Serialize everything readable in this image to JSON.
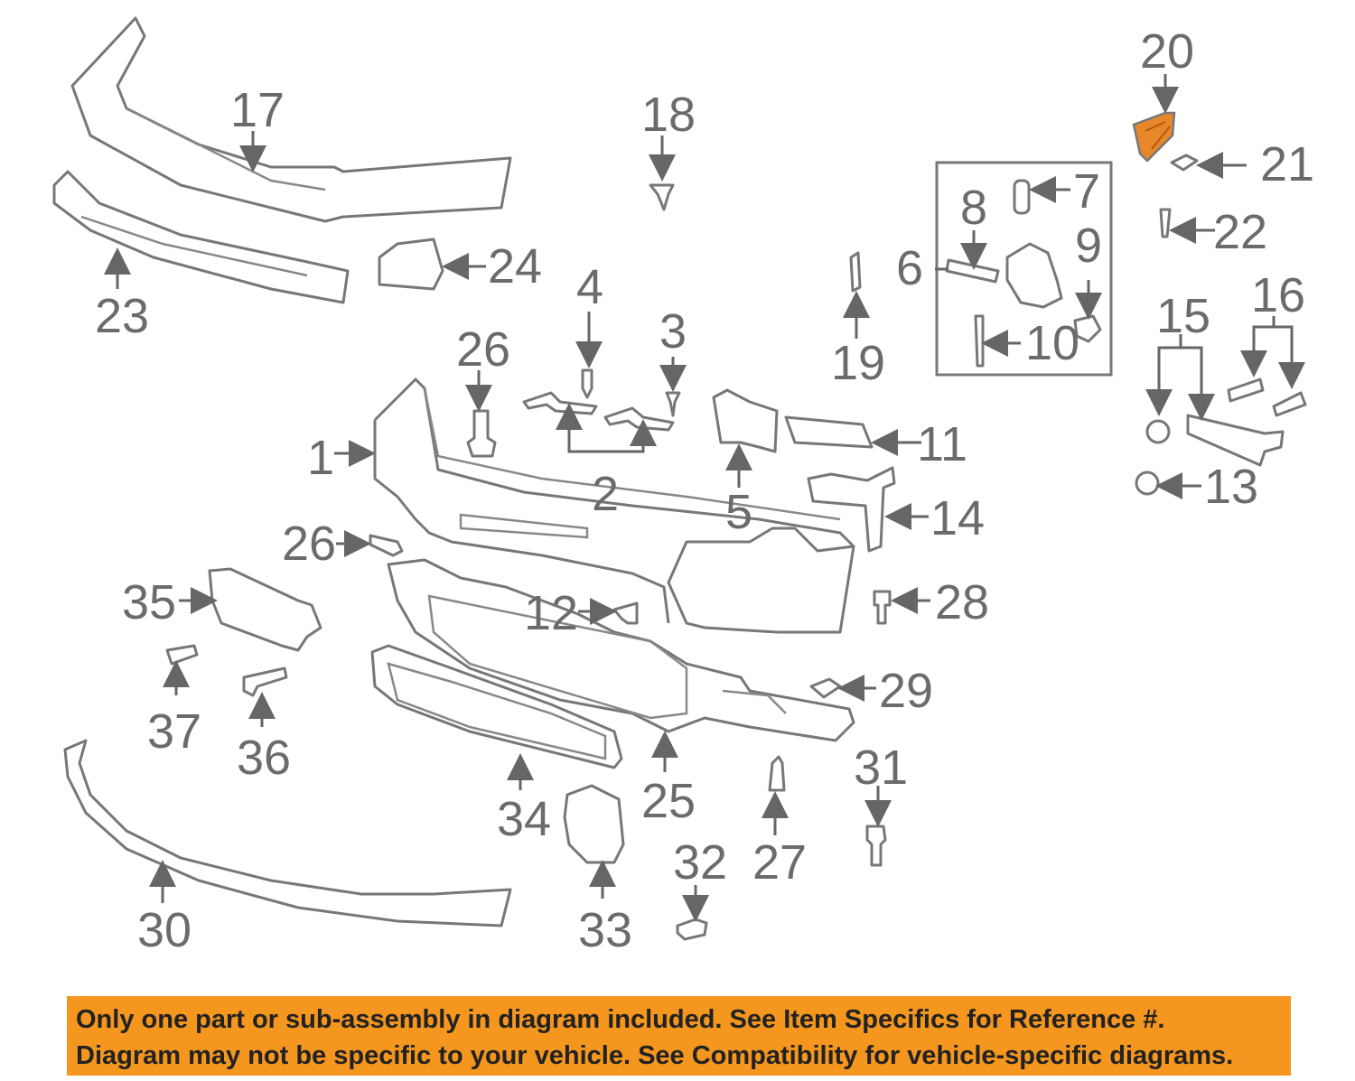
{
  "callouts": [
    "1",
    "2",
    "3",
    "4",
    "5",
    "6",
    "7",
    "8",
    "9",
    "10",
    "11",
    "12",
    "13",
    "14",
    "15",
    "16",
    "17",
    "18",
    "19",
    "20",
    "21",
    "22",
    "23",
    "24",
    "25",
    "26",
    "26",
    "27",
    "28",
    "29",
    "30",
    "31",
    "32",
    "33",
    "34",
    "35",
    "36",
    "37"
  ],
  "highlighted_part": "20",
  "colors": {
    "highlight": "#e8872a",
    "banner": "#f5961f",
    "line": "#777777",
    "label": "#6b6b6b"
  },
  "banner": {
    "line1": "Only one part or sub-assembly in diagram included. See Item Specifics for Reference #.",
    "line2": "Diagram may not be specific to your vehicle. See Compatibility for vehicle-specific diagrams."
  }
}
